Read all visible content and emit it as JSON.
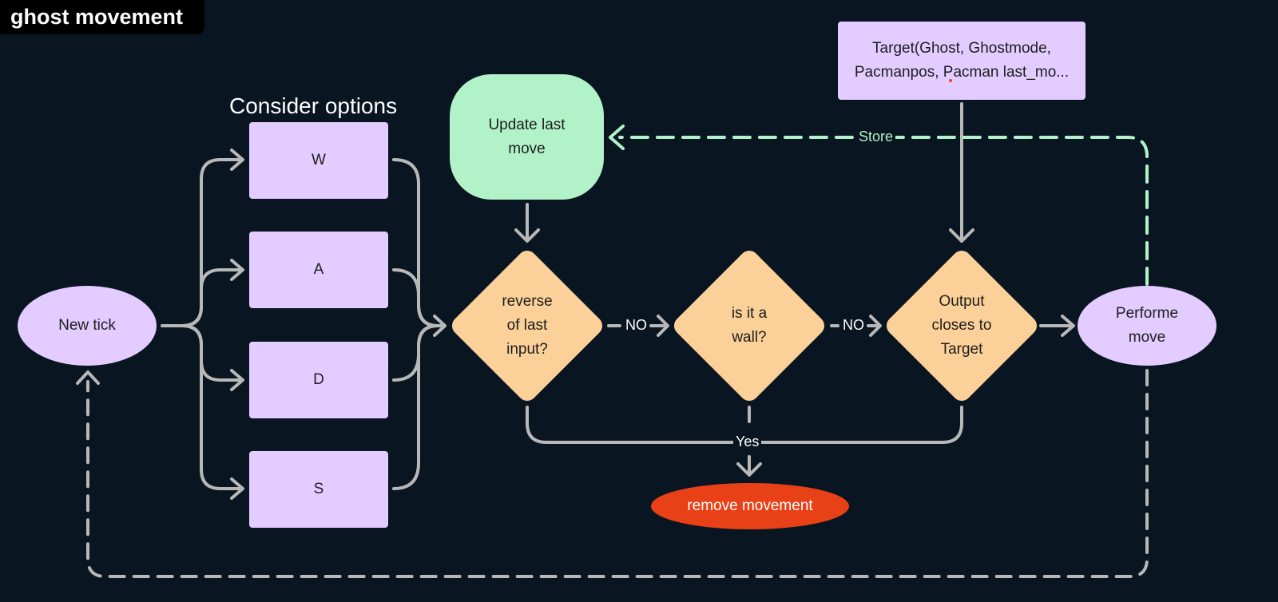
{
  "title": "ghost movement",
  "section_label": "Consider options",
  "nodes": {
    "new_tick": "New tick",
    "option_w": "W",
    "option_a": "A",
    "option_d": "D",
    "option_s": "S",
    "update_last_move": "Update last\nmove",
    "reverse_check": "reverse\nof last\ninput?",
    "wall_check": "is it a\nwall?",
    "output_check": "Output\ncloses to\nTarget",
    "perform_move": "Performe\nmove",
    "target_box": "Target(Ghost, Ghostmode,\nPacmanpos, Pacman last_mo...",
    "remove_movement": "remove movement"
  },
  "edge_labels": {
    "no_1": "NO",
    "no_2": "NO",
    "yes": "Yes",
    "store": "Store"
  },
  "colors": {
    "background": "#091520",
    "purple_node": "#e3ccff",
    "green_node": "#b1f2c8",
    "orange_node": "#fbd199",
    "red_node": "#e84117",
    "connector": "#b8b8b8",
    "store_connector": "#b1f2c8"
  }
}
